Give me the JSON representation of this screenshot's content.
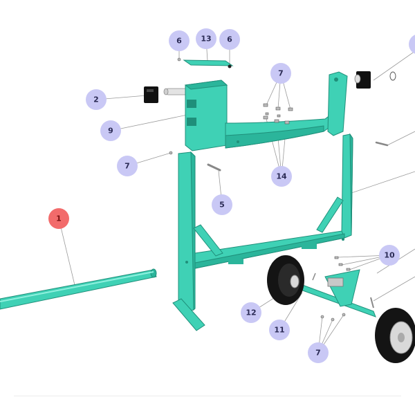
{
  "callouts": [
    {
      "id": "c1",
      "label": "1",
      "color": "#f26b6b"
    },
    {
      "id": "c2",
      "label": "2",
      "color": "#c9c8f5"
    },
    {
      "id": "c5",
      "label": "5",
      "color": "#c9c8f5"
    },
    {
      "id": "c6a",
      "label": "6",
      "color": "#c9c8f5"
    },
    {
      "id": "c6b",
      "label": "6",
      "color": "#c9c8f5"
    },
    {
      "id": "c7a",
      "label": "7",
      "color": "#c9c8f5"
    },
    {
      "id": "c7b",
      "label": "7",
      "color": "#c9c8f5"
    },
    {
      "id": "c7c",
      "label": "7",
      "color": "#c9c8f5"
    },
    {
      "id": "c9",
      "label": "9",
      "color": "#c9c8f5"
    },
    {
      "id": "c10",
      "label": "10",
      "color": "#c9c8f5"
    },
    {
      "id": "c11",
      "label": "11",
      "color": "#c9c8f5"
    },
    {
      "id": "c12",
      "label": "12",
      "color": "#c9c8f5"
    },
    {
      "id": "c13",
      "label": "13",
      "color": "#c9c8f5"
    },
    {
      "id": "c14",
      "label": "14",
      "color": "#c9c8f5"
    }
  ],
  "colors": {
    "frame": "#3fd1b5",
    "frame_stroke": "#1f8f7a",
    "callout_default": "#c9c8f5",
    "callout_highlight": "#f26b6b",
    "tire": "#141414"
  }
}
